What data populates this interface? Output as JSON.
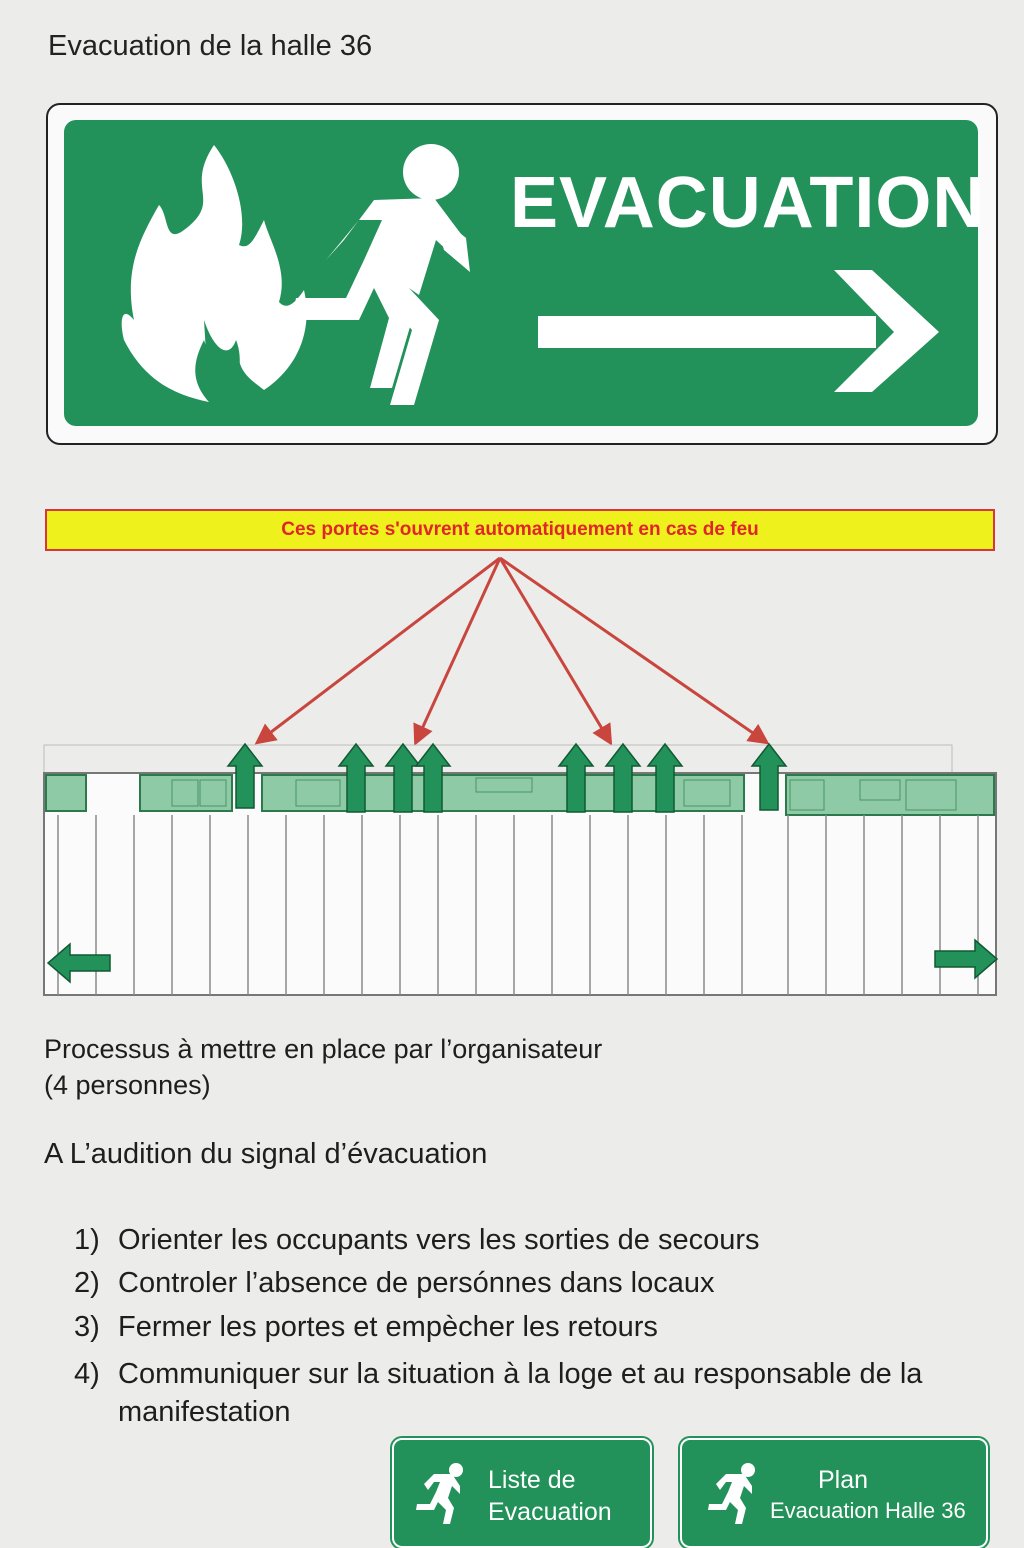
{
  "page": {
    "title": "Evacuation de la halle 36"
  },
  "sign": {
    "word": "EVACUATION",
    "colors": {
      "green": "#23915a",
      "white": "#ffffff"
    },
    "icons": [
      "fire-icon",
      "running-man-icon",
      "arrow-right-icon"
    ]
  },
  "notice": {
    "text": "Ces portes s'ouvrent automatiquement en cas de feu",
    "colors": {
      "background": "#eef11c",
      "text": "#e0262b",
      "border": "#d8363c"
    }
  },
  "process": {
    "title": "Processus à mettre en place par l’organisateur",
    "subtitle": "(4 personnes)",
    "signal_title": "A L’audition du signal  d’évacuation",
    "steps": [
      {
        "num": "1)",
        "text": "Orienter les occupants vers les sorties de secours"
      },
      {
        "num": "2)",
        "text": "Controler l’absence de persónnes dans locaux"
      },
      {
        "num": "3)",
        "text": "Fermer les portes et empècher les retours"
      },
      {
        "num": "4)",
        "text": "Communiquer sur la situation à la loge et au responsable de la manifestation"
      }
    ]
  },
  "buttons": {
    "list": {
      "line1": "Liste de",
      "line2": "Evacuation"
    },
    "plan": {
      "line1": "Plan",
      "line2": "Evacuation Halle 36"
    }
  }
}
